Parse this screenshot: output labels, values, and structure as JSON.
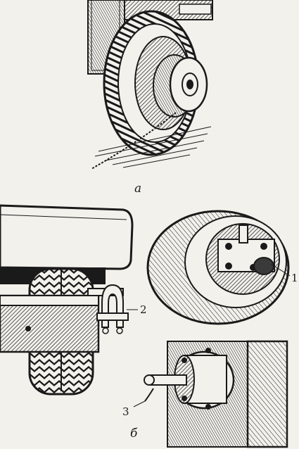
{
  "figure": {
    "panel_a_label": "а",
    "panel_b_label": "б",
    "callouts": [
      "1",
      "2",
      "3"
    ]
  },
  "colors": {
    "ink": "#1a1a1a",
    "paper": "#f3f1ec",
    "shade": "#3a3a3a"
  }
}
